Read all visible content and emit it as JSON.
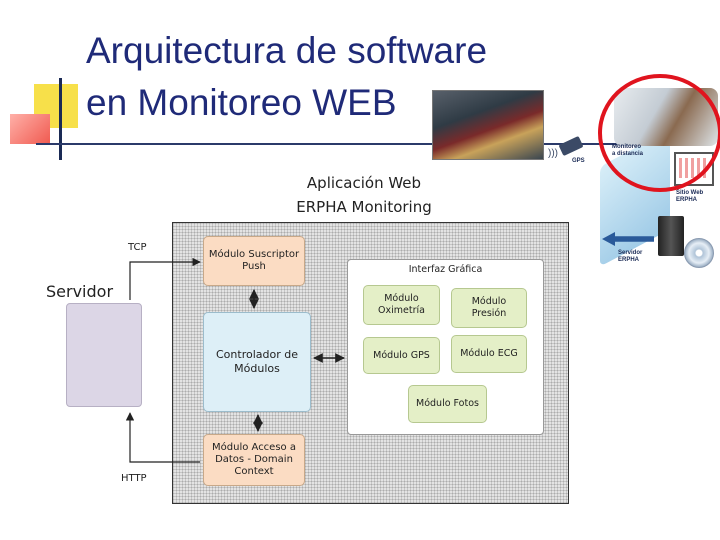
{
  "slide": {
    "title_line1": "Arquitectura de software",
    "title_line2": "en Monitoreo WEB",
    "colors": {
      "title": "#1f2a78",
      "circle": "#e0141e"
    }
  },
  "illustration": {
    "gps_label": "GPS",
    "monitoreo_label_1": "Monitoreo",
    "monitoreo_label_2": "a distancia",
    "sitio_label_1": "Sitio Web",
    "sitio_label_2": "ERPHA",
    "servidor_label_1": "Servidor",
    "servidor_label_2": "ERPHA",
    "icons": [
      "rescue-photo",
      "gps-device-icon",
      "doctors-photo",
      "monitor-icon",
      "server-tower-icon",
      "disc-icon"
    ]
  },
  "diagram": {
    "title_line1": "Aplicación Web",
    "title_line2": "ERPHA Monitoring",
    "server_label": "Servidor",
    "tcp_label": "TCP",
    "http_label": "HTTP",
    "interface_title": "Interfaz Gráfica",
    "modules": {
      "push": "Módulo Suscriptor Push",
      "controller": "Controlador de Módulos",
      "data_access": "Módulo Acceso a Datos - Domain Context",
      "oximetria": "Módulo Oximetría",
      "presion": "Módulo Presión",
      "gps": "Módulo GPS",
      "ecg": "Módulo ECG",
      "fotos": "Módulo Fotos"
    },
    "colors": {
      "orange": "#fbdcc3",
      "blue": "#ddeff7",
      "green": "#e4efc7",
      "server": "#dcd6e6"
    }
  }
}
